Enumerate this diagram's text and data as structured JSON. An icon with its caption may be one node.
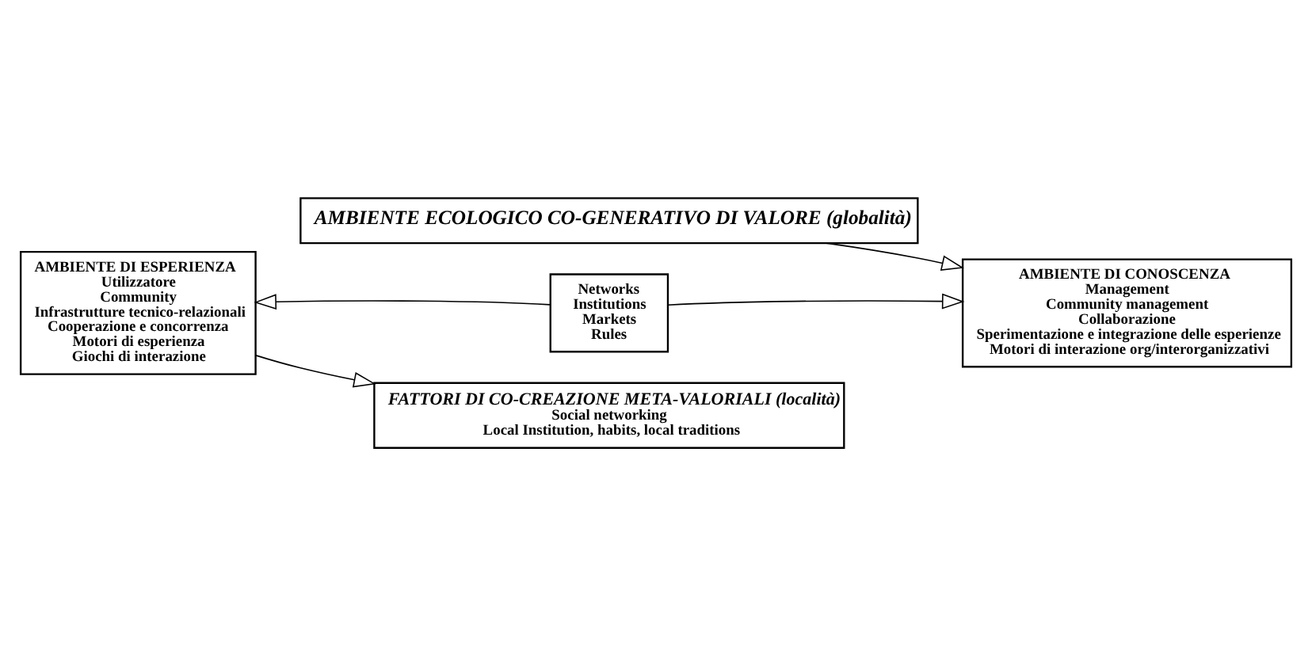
{
  "diagram": {
    "nodes": [
      {
        "text": [
          "AMBIENTE ECOLOGICO CO-GENERATIVO DI VALORE (globalità)"
        ]
      },
      {
        "text": [
          "AMBIENTE DI ESPERIENZA",
          "Utilizzatore",
          "Community",
          "Infrastrutture tecnico-relazionali",
          "Cooperazione e concorrenza",
          "Motori di esperienza",
          "Giochi di interazione"
        ]
      },
      {
        "text": [
          "Networks",
          "Institutions",
          "Markets",
          "Rules"
        ]
      },
      {
        "text": [
          "AMBIENTE DI CONOSCENZA",
          "Management",
          "Community management",
          "Collaborazione",
          "Sperimentazione e integrazione delle esperienze",
          "Motori di interazione org/interorganizzativi"
        ]
      },
      {
        "text": [
          "FATTORI DI CO-CREAZIONE META-VALORIALI (località)",
          "Social networking",
          "Local Institution, habits, local traditions"
        ]
      }
    ],
    "edges": [
      {
        "from": 2,
        "to": 1,
        "arrow": "to"
      },
      {
        "from": 2,
        "to": 3,
        "arrow": "to"
      },
      {
        "from": 0,
        "to": 3,
        "arrow": "to"
      },
      {
        "from": 1,
        "to": 4,
        "arrow": "to"
      }
    ]
  }
}
